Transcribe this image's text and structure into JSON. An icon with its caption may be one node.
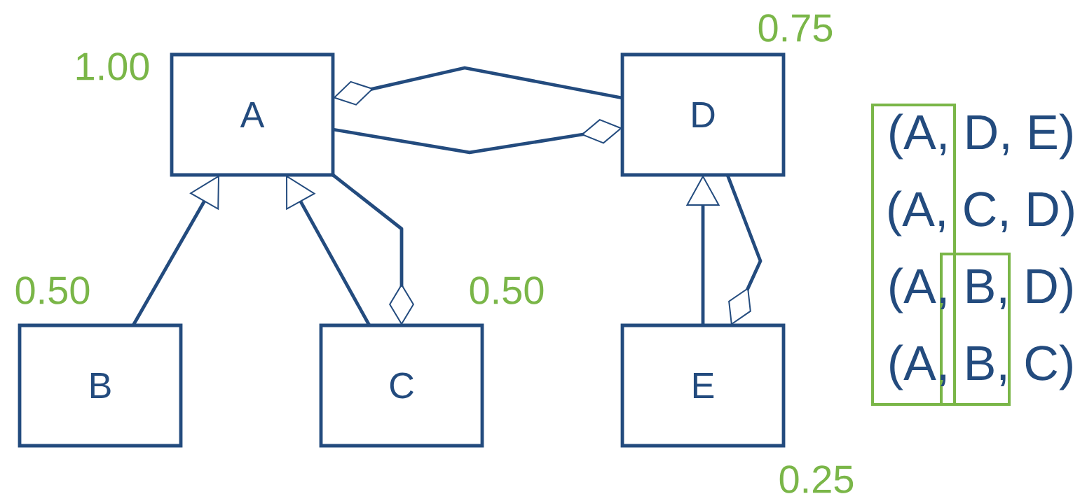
{
  "diagram": {
    "nodes": [
      {
        "text": [
          "A"
        ],
        "beside": [
          "1.00"
        ]
      },
      {
        "text": [
          "D"
        ],
        "beside": [
          "0.75"
        ]
      },
      {
        "text": [
          "B"
        ],
        "beside": [
          "0.50"
        ]
      },
      {
        "text": [
          "C"
        ],
        "beside": [
          "0.50"
        ]
      },
      {
        "text": [
          "E"
        ],
        "beside": [
          "0.25"
        ]
      }
    ],
    "edges": [
      {
        "from": 1,
        "to": 0,
        "arrow": "other"
      },
      {
        "from": 0,
        "to": 1,
        "arrow": "other"
      },
      {
        "from": 2,
        "to": 0,
        "arrow": "to"
      },
      {
        "from": 3,
        "to": 0,
        "arrow": "to"
      },
      {
        "from": 0,
        "to": 3,
        "arrow": "other"
      },
      {
        "from": 4,
        "to": 1,
        "arrow": "to"
      },
      {
        "from": 1,
        "to": 4,
        "arrow": "other"
      }
    ],
    "labels": [
      "(A, D, E)",
      "(A, C, D)",
      "(A, B, D)",
      "(A, B, C)"
    ]
  }
}
